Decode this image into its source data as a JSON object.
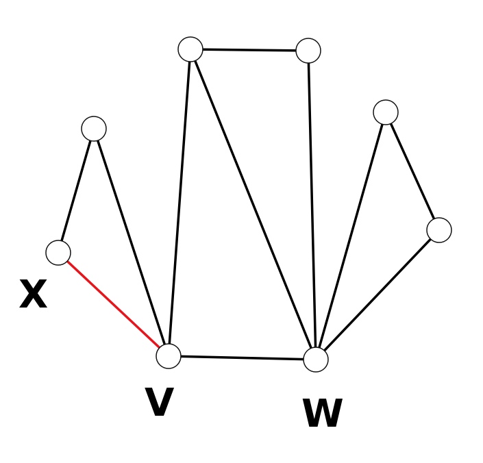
{
  "colors": {
    "edge": "#000000",
    "highlight_edge": "#e8141c",
    "node_fill": "#ffffff",
    "node_stroke": "#111111"
  },
  "labels": {
    "x": "X",
    "v": "V",
    "w": "W"
  },
  "nodes": [
    {
      "id": "x",
      "label": "X"
    },
    {
      "id": "a",
      "label": ""
    },
    {
      "id": "v",
      "label": "V"
    },
    {
      "id": "b",
      "label": ""
    },
    {
      "id": "c",
      "label": ""
    },
    {
      "id": "w",
      "label": "W"
    },
    {
      "id": "d",
      "label": ""
    },
    {
      "id": "e",
      "label": ""
    }
  ],
  "edges": [
    {
      "from": "x",
      "to": "a",
      "highlighted": false
    },
    {
      "from": "a",
      "to": "v",
      "highlighted": false
    },
    {
      "from": "x",
      "to": "v",
      "highlighted": true
    },
    {
      "from": "v",
      "to": "b",
      "highlighted": false
    },
    {
      "from": "b",
      "to": "c",
      "highlighted": false
    },
    {
      "from": "b",
      "to": "w",
      "highlighted": false
    },
    {
      "from": "c",
      "to": "w",
      "highlighted": false
    },
    {
      "from": "v",
      "to": "w",
      "highlighted": false
    },
    {
      "from": "w",
      "to": "d",
      "highlighted": false
    },
    {
      "from": "d",
      "to": "e",
      "highlighted": false
    },
    {
      "from": "w",
      "to": "e",
      "highlighted": false
    }
  ]
}
